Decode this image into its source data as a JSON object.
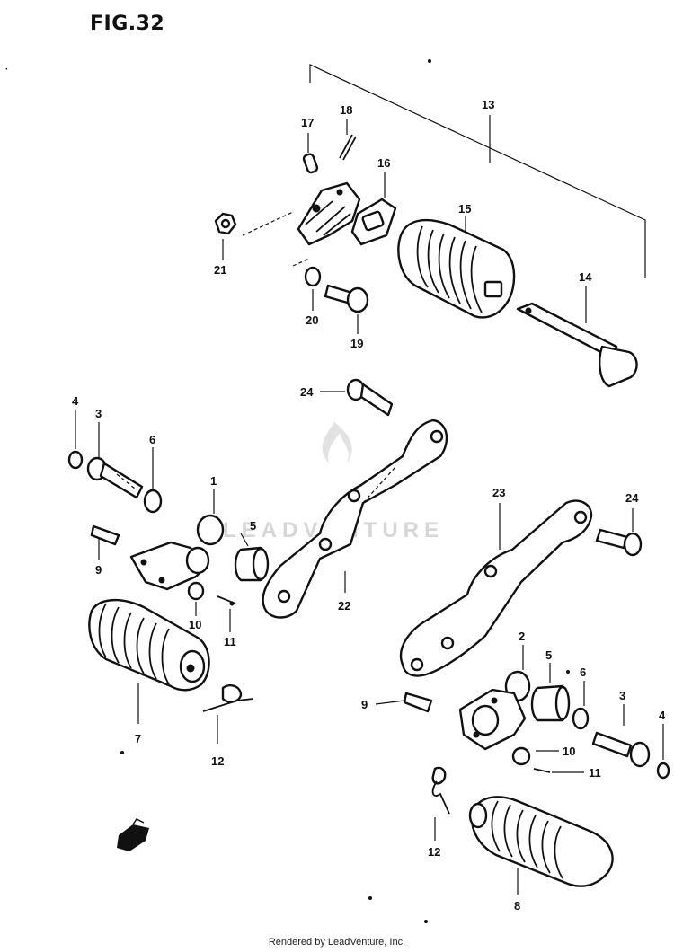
{
  "figure": {
    "title": "FIG.32",
    "watermark": "LEADVENTURE"
  },
  "callouts": [
    {
      "id": "c13",
      "label": "13"
    },
    {
      "id": "c17",
      "label": "17"
    },
    {
      "id": "c18",
      "label": "18"
    },
    {
      "id": "c16",
      "label": "16"
    },
    {
      "id": "c15",
      "label": "15"
    },
    {
      "id": "c14",
      "label": "14"
    },
    {
      "id": "c21",
      "label": "21"
    },
    {
      "id": "c20",
      "label": "20"
    },
    {
      "id": "c19",
      "label": "19"
    },
    {
      "id": "c24a",
      "label": "24"
    },
    {
      "id": "c4a",
      "label": "4"
    },
    {
      "id": "c3a",
      "label": "3"
    },
    {
      "id": "c6a",
      "label": "6"
    },
    {
      "id": "c1",
      "label": "1"
    },
    {
      "id": "c5a",
      "label": "5"
    },
    {
      "id": "c9a",
      "label": "9"
    },
    {
      "id": "c10a",
      "label": "10"
    },
    {
      "id": "c11a",
      "label": "11"
    },
    {
      "id": "c7",
      "label": "7"
    },
    {
      "id": "c12a",
      "label": "12"
    },
    {
      "id": "c22",
      "label": "22"
    },
    {
      "id": "c23",
      "label": "23"
    },
    {
      "id": "c24b",
      "label": "24"
    },
    {
      "id": "c2",
      "label": "2"
    },
    {
      "id": "c5b",
      "label": "5"
    },
    {
      "id": "c6b",
      "label": "6"
    },
    {
      "id": "c9b",
      "label": "9"
    },
    {
      "id": "c3b",
      "label": "3"
    },
    {
      "id": "c4b",
      "label": "4"
    },
    {
      "id": "c10b",
      "label": "10"
    },
    {
      "id": "c11b",
      "label": "11"
    },
    {
      "id": "c12b",
      "label": "12"
    },
    {
      "id": "c8",
      "label": "8"
    }
  ],
  "footer": {
    "text": "Rendered by LeadVenture, Inc."
  }
}
